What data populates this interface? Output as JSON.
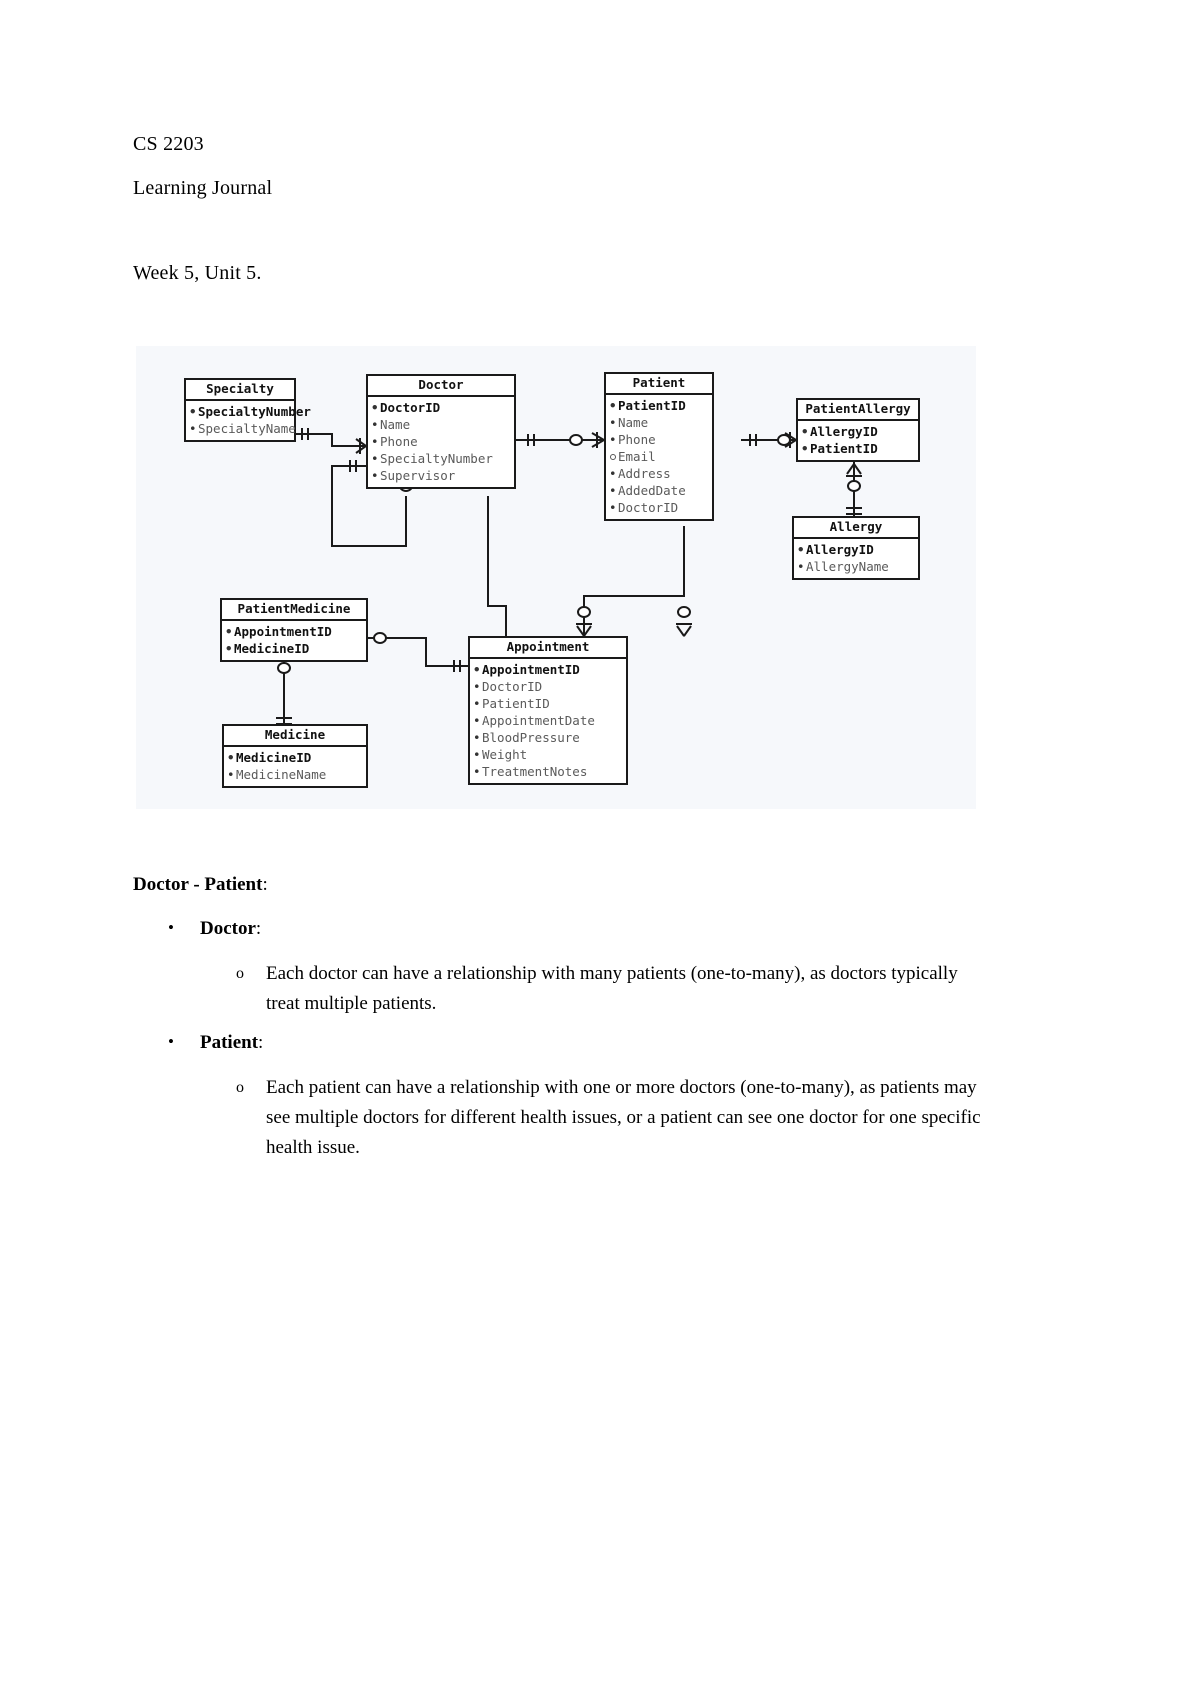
{
  "document": {
    "course": "CS 2203",
    "title": "Learning Journal",
    "week": "Week 5, Unit 5."
  },
  "diagram": {
    "type": "entity-relationship-diagram",
    "notation": "crow's-foot",
    "background_color": "#f6f8fb",
    "entities": [
      {
        "name": "Specialty",
        "attributes": [
          {
            "label": "SpecialtyNumber",
            "key": true,
            "optional": false
          },
          {
            "label": "SpecialtyName",
            "key": false,
            "optional": false
          }
        ]
      },
      {
        "name": "Doctor",
        "attributes": [
          {
            "label": "DoctorID",
            "key": true,
            "optional": false
          },
          {
            "label": "Name",
            "key": false,
            "optional": false
          },
          {
            "label": "Phone",
            "key": false,
            "optional": false
          },
          {
            "label": "SpecialtyNumber",
            "key": false,
            "optional": false
          },
          {
            "label": "Supervisor",
            "key": false,
            "optional": false
          }
        ]
      },
      {
        "name": "Patient",
        "attributes": [
          {
            "label": "PatientID",
            "key": true,
            "optional": false
          },
          {
            "label": "Name",
            "key": false,
            "optional": false
          },
          {
            "label": "Phone",
            "key": false,
            "optional": false
          },
          {
            "label": "Email",
            "key": false,
            "optional": true
          },
          {
            "label": "Address",
            "key": false,
            "optional": false
          },
          {
            "label": "AddedDate",
            "key": false,
            "optional": false
          },
          {
            "label": "DoctorID",
            "key": false,
            "optional": false
          }
        ]
      },
      {
        "name": "PatientAllergy",
        "attributes": [
          {
            "label": "AllergyID",
            "key": true,
            "optional": false
          },
          {
            "label": "PatientID",
            "key": true,
            "optional": false
          }
        ]
      },
      {
        "name": "Allergy",
        "attributes": [
          {
            "label": "AllergyID",
            "key": true,
            "optional": false
          },
          {
            "label": "AllergyName",
            "key": false,
            "optional": false
          }
        ]
      },
      {
        "name": "PatientMedicine",
        "attributes": [
          {
            "label": "AppointmentID",
            "key": true,
            "optional": false
          },
          {
            "label": "MedicineID",
            "key": true,
            "optional": false
          }
        ]
      },
      {
        "name": "Medicine",
        "attributes": [
          {
            "label": "MedicineID",
            "key": true,
            "optional": false
          },
          {
            "label": "MedicineName",
            "key": false,
            "optional": false
          }
        ]
      },
      {
        "name": "Appointment",
        "attributes": [
          {
            "label": "AppointmentID",
            "key": true,
            "optional": false
          },
          {
            "label": "DoctorID",
            "key": false,
            "optional": false
          },
          {
            "label": "PatientID",
            "key": false,
            "optional": false
          },
          {
            "label": "AppointmentDate",
            "key": false,
            "optional": false
          },
          {
            "label": "BloodPressure",
            "key": false,
            "optional": false
          },
          {
            "label": "Weight",
            "key": false,
            "optional": false
          },
          {
            "label": "TreatmentNotes",
            "key": false,
            "optional": false
          }
        ]
      }
    ]
  },
  "body": {
    "section_heading_bold": "Doctor - Patient",
    "section_heading_colon": ":",
    "items": [
      {
        "label_bold": "Doctor",
        "label_colon": ":",
        "detail": "Each doctor can have a relationship with many patients (one-to-many), as doctors typically treat multiple patients."
      },
      {
        "label_bold": "Patient",
        "label_colon": ":",
        "detail": "Each patient can have a relationship with one or more doctors (one-to-many), as patients may see multiple doctors for different health issues, or a patient can see one doctor for one specific health issue."
      }
    ]
  }
}
